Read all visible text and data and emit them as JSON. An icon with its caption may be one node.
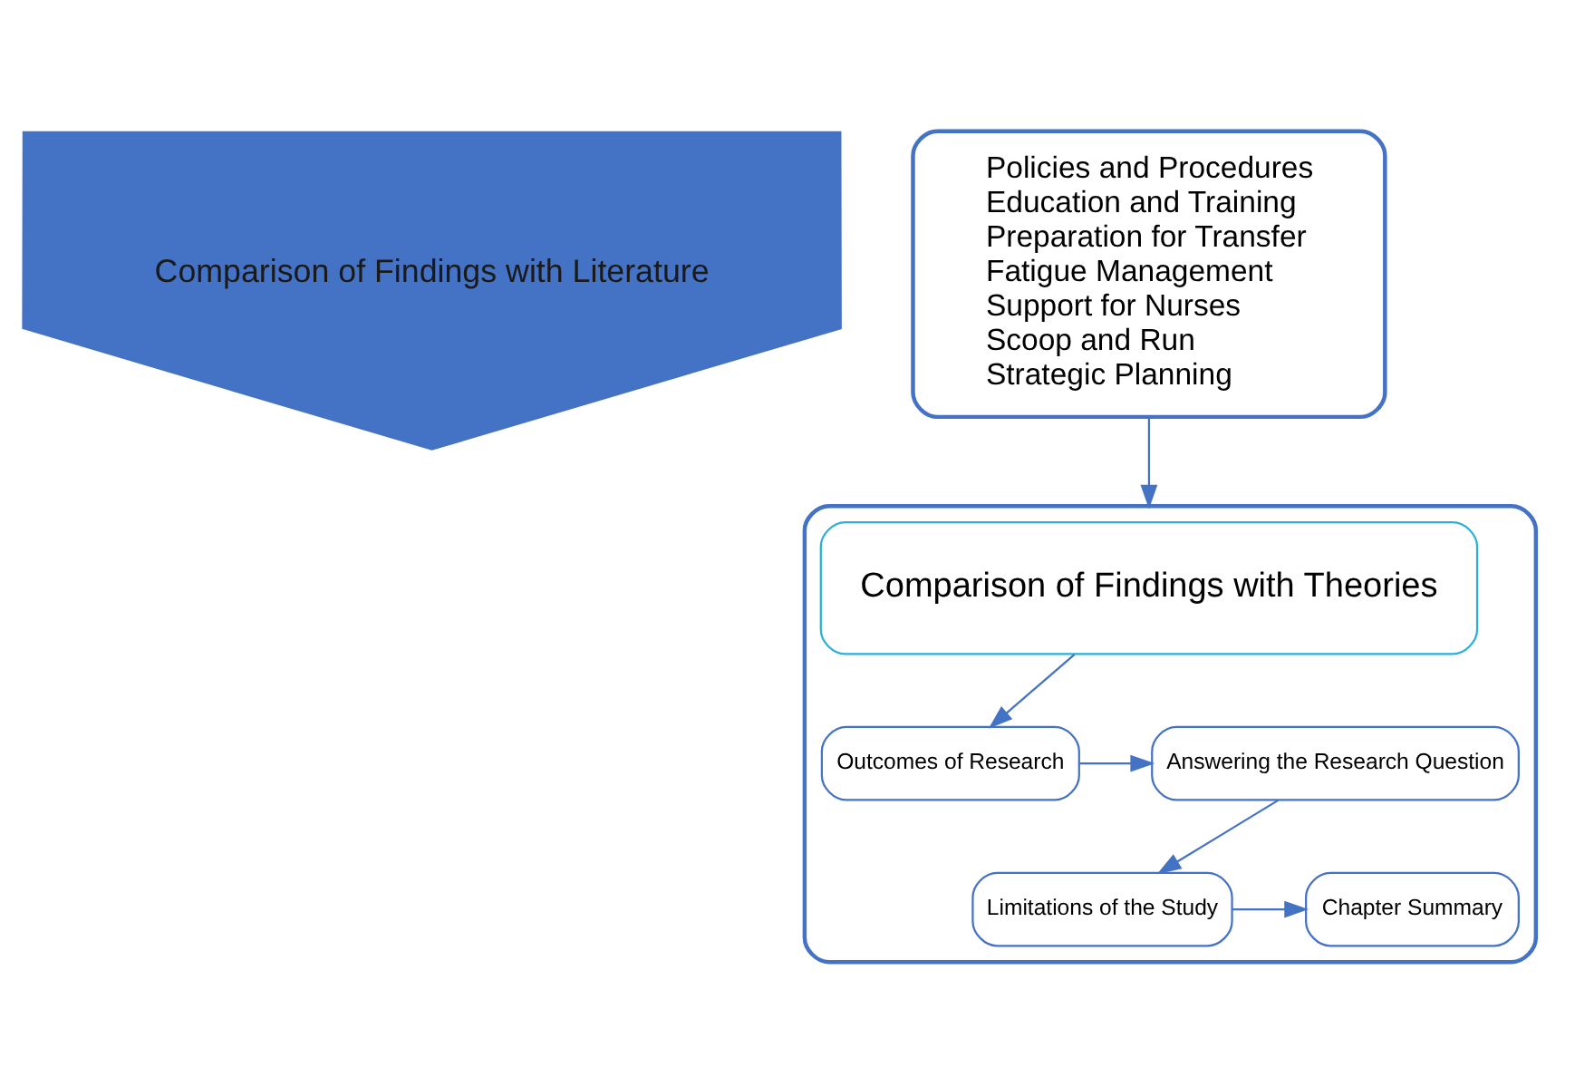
{
  "diagram": {
    "nodes": [
      {
        "text": [
          "Comparison of Findings with Literature"
        ]
      },
      {
        "text": [
          "Policies and Procedures",
          "Education and Training",
          "Preparation for Transfer",
          "Fatigue Management",
          "Support for Nurses",
          "Scoop and Run",
          "Strategic Planning"
        ]
      },
      {
        "text": [],
        "shape": "ellipse"
      },
      {
        "text": [
          "Comparison of Findings with Theories"
        ],
        "in": 2
      },
      {
        "text": [
          "Outcomes of Research"
        ],
        "in": 2
      },
      {
        "text": [
          "Answering the Research Question"
        ],
        "in": 2
      },
      {
        "text": [
          "Limitations of the Study"
        ],
        "in": 2
      },
      {
        "text": [
          "Chapter Summary"
        ],
        "in": 2
      }
    ],
    "edges": [
      {
        "from": 1,
        "to": 2,
        "arrow": "to"
      },
      {
        "from": 3,
        "to": 4,
        "arrow": "to"
      },
      {
        "from": 4,
        "to": 5,
        "arrow": "to"
      },
      {
        "from": 5,
        "to": 6,
        "arrow": "to"
      },
      {
        "from": 6,
        "to": 7,
        "arrow": "to"
      }
    ]
  }
}
